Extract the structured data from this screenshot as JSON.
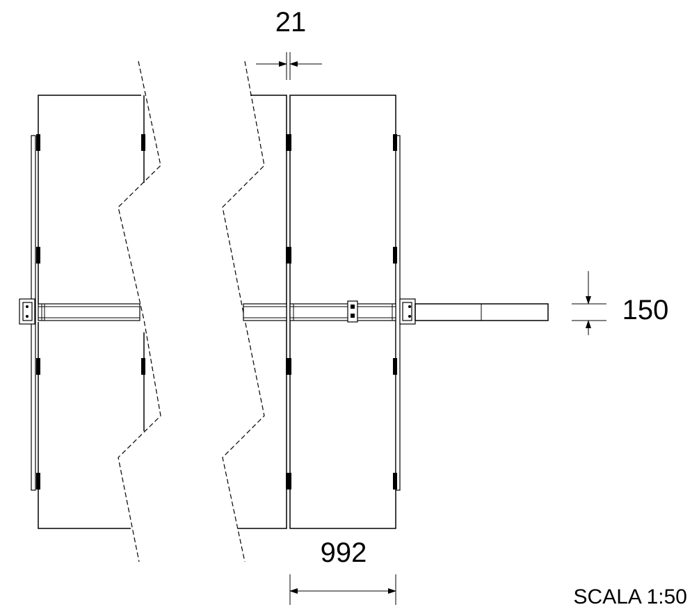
{
  "dimensions": {
    "gap": "21",
    "bar_height": "150",
    "panel_width": "992"
  },
  "scale_label": "SCALA 1:50"
}
